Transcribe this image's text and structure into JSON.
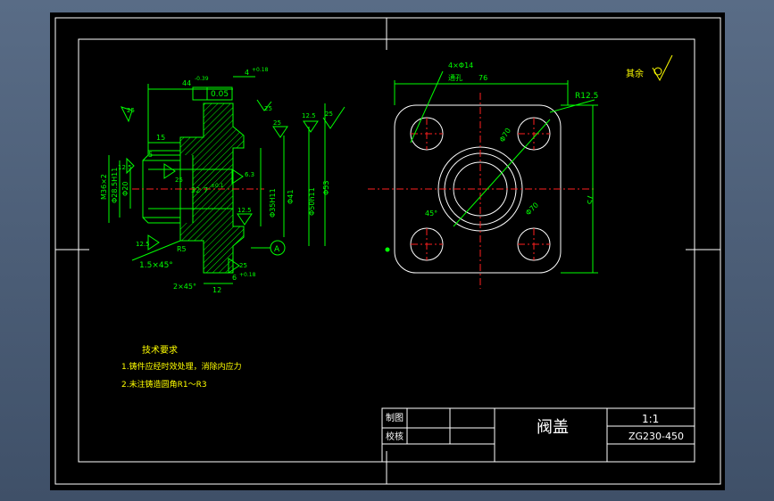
{
  "title_block": {
    "part_name": "阀盖",
    "scale": "1:1",
    "material": "ZG230-450",
    "drawn_by_label": "制图",
    "checked_by_label": "校核"
  },
  "tech_requirements": {
    "heading": "技术要求",
    "items": [
      "1.铸件应经时效处理，消除内应力",
      "2.未注铸造圆角R1～R3"
    ]
  },
  "surface_note": "其余",
  "section_view": {
    "dims": {
      "d44": "44",
      "d44_tol": "-0.39",
      "d4": "4",
      "d4_tol": "+0.18",
      "d15": "15",
      "d5": "5",
      "d12": "12",
      "d6": "6",
      "d6_tol": "+0.18",
      "chamfer_1": "1.5×45°",
      "chamfer_2": "2×45°",
      "r5": "R5",
      "thread": "M36×2",
      "d_phi28": "Φ28.5H11",
      "d_phi20": "Φ20",
      "d_phi35": "Φ35H11",
      "d_phi41": "Φ41",
      "d_phi50": "Φ50h11",
      "d_phi53": "Φ53",
      "d32": "32",
      "d7": "7",
      "d7_tol": "±0.1",
      "d53h": "Φ53",
      "tol_box": "0.05",
      "tol_ref": "A"
    },
    "roughness": [
      "25",
      "25",
      "25",
      "12.5",
      "25",
      "12.5",
      "12.5",
      "12.5",
      "25",
      "25",
      "6.3"
    ]
  },
  "top_view": {
    "dims": {
      "holes": "4×Φ14",
      "hole_note": "通孔",
      "d76": "76",
      "r12": "R12.5",
      "d75": "75",
      "phi70": "Φ70",
      "angle": "45°"
    }
  }
}
